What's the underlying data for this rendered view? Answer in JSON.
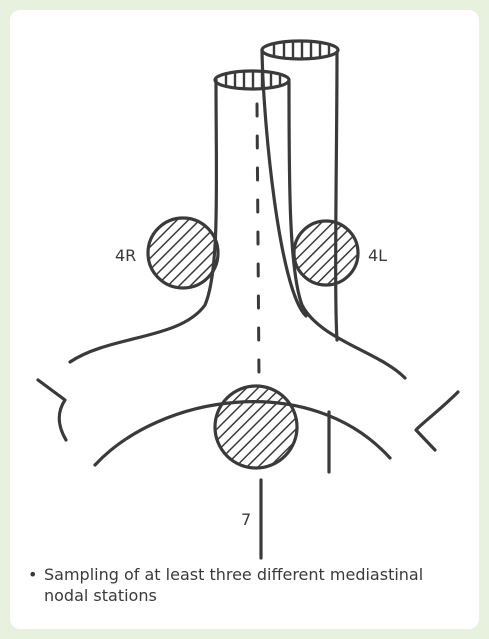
{
  "labels": {
    "left_node": "4R",
    "right_node": "4L",
    "subcarinal_node": "7"
  },
  "caption": {
    "bullet": "•",
    "text": "Sampling of at least three different mediastinal nodal stations"
  },
  "colors": {
    "background": "#e8f0de",
    "panel": "#ffffff",
    "stroke": "#3a3a3a"
  }
}
